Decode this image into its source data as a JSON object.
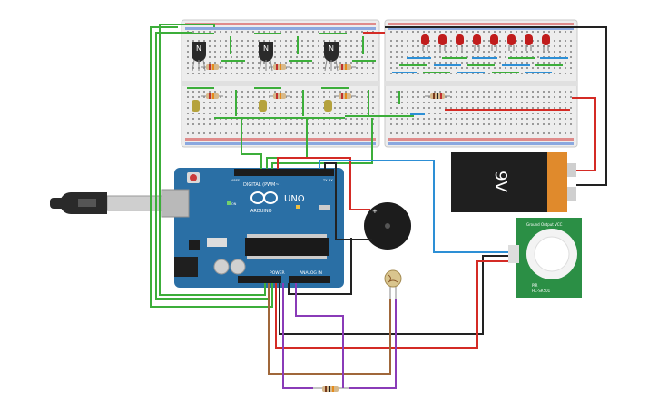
{
  "arduino": {
    "brand": "ARDUINO",
    "model": "UNO",
    "digital_label": "DIGITAL (PWM~)",
    "power_label": "POWER",
    "analog_label": "ANALOG IN",
    "aref": "AREF",
    "gnd": "GND",
    "tx": "TX",
    "rx": "RX",
    "on": "ON"
  },
  "battery": {
    "label": "9V"
  },
  "transistors": {
    "label": "N"
  },
  "buzzer": {
    "plus_label": "+"
  },
  "pir_sensor": {
    "top_label": "Ground  Output  VCC",
    "bottom_label": "HC-SR501",
    "subtitle": "PIR"
  },
  "colors": {
    "wire_green": "#3cae3a",
    "wire_red": "#d42b25",
    "wire_blue": "#2d8fd5",
    "wire_black": "#222222",
    "wire_brown": "#a0673a",
    "wire_purple": "#8a3bb8",
    "arduino_blue": "#2a6fa5",
    "led_red": "#c01c1c",
    "battery_orange": "#e08a2c",
    "breadboard": "#efefef"
  }
}
